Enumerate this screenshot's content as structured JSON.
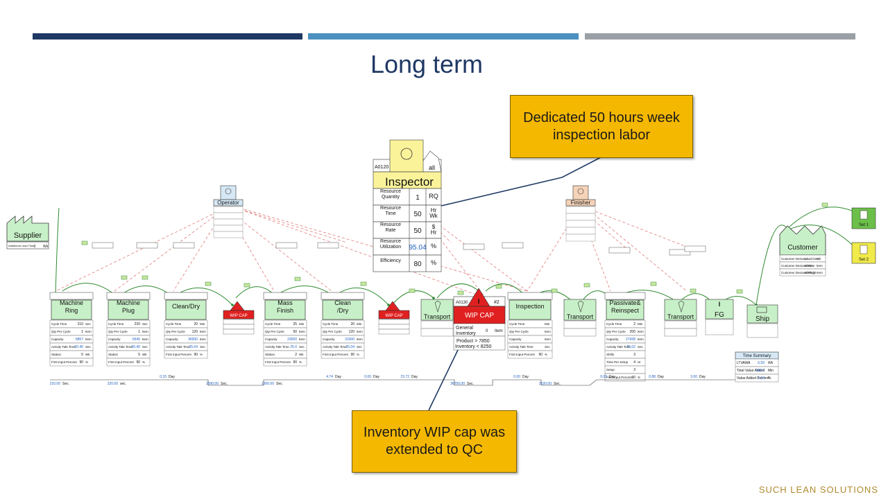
{
  "slide": {
    "title": "Long term",
    "accent_bars": [
      "#1f3864",
      "#4a90c0",
      "#9aa0a6"
    ],
    "callout_top": "Dedicated 50 hours week inspection labor",
    "callout_bottom": "Inventory WIP cap was extended to QC",
    "logo": "SUCH LEAN SOLUTIONS"
  },
  "vsm": {
    "supplier": {
      "label": "Supplier",
      "lead_label": "Additional Lead Time",
      "lead_value": "0",
      "lead_unit": "Wk"
    },
    "operator": {
      "label": "Operator"
    },
    "finisher": {
      "label": "Finisher"
    },
    "customer": {
      "label": "Customer",
      "rows": [
        [
          "Customer Demand",
          "Lead time",
          "Wk"
        ],
        [
          "Customer Demand Rate",
          "8000",
          "Item"
        ],
        [
          "Customer Demand Plug",
          "6000.00",
          "Item"
        ]
      ]
    },
    "inspector": {
      "code": "A0120",
      "tag": "all",
      "label": "Inspector",
      "rows": [
        {
          "label": "Resource Quantity",
          "value": "1",
          "unit": "RQ"
        },
        {
          "label": "Resource Time",
          "value": "50",
          "unit": "Hr Wk"
        },
        {
          "label": "Resource Rate",
          "value": "50",
          "unit": "$ Hr"
        },
        {
          "label": "Resource Utilization",
          "value": "95.04",
          "unit": "%"
        },
        {
          "label": "Efficiency",
          "value": "80",
          "unit": "%"
        }
      ]
    },
    "processes": [
      {
        "id": "p1",
        "name": "Machine Ring",
        "rows": [
          [
            "Cycle Time",
            "210",
            "Sec"
          ],
          [
            "Qty Per Cycle",
            "1",
            "Item"
          ],
          [
            "Capacity",
            "6857",
            "Item"
          ],
          [
            "Activity Takt Time",
            "50.40",
            "Sec"
          ],
          [
            "Station",
            "5",
            "Wk"
          ],
          [
            "First Input Percent",
            "90",
            "%"
          ]
        ]
      },
      {
        "id": "p2",
        "name": "Machine Plug",
        "rows": [
          [
            "Cycle Time",
            "220",
            "Sec"
          ],
          [
            "Qty Per Cycle",
            "1",
            "Item"
          ],
          [
            "Capacity",
            "6545",
            "Item"
          ],
          [
            "Activity Takt Time",
            "50.40",
            "Sec"
          ],
          [
            "Station",
            "5",
            "Wk"
          ],
          [
            "First Input Percent",
            "90",
            "%"
          ]
        ]
      },
      {
        "id": "p3",
        "name": "Clean/Dry",
        "rows": [
          [
            "Cycle Time",
            "20",
            "Min"
          ],
          [
            "Qty Per Cycle",
            "120",
            "Item"
          ],
          [
            "Capacity",
            "36000",
            "Item"
          ],
          [
            "Activity Takt Time",
            "25.04",
            "Sec"
          ],
          [
            "First Input Percent",
            "90",
            "%"
          ]
        ]
      },
      {
        "id": "p4",
        "name": "Mass Finish",
        "rows": [
          [
            "Cycle Time",
            "25",
            "Min"
          ],
          [
            "Qty Per Cycle",
            "50",
            "Item"
          ],
          [
            "Capacity",
            "23000",
            "Item"
          ],
          [
            "Activity Takt Time",
            "25.0",
            "Sec"
          ],
          [
            "Station",
            "2",
            "Wk"
          ],
          [
            "First Input Percent",
            "90",
            "%"
          ]
        ]
      },
      {
        "id": "p5",
        "name": "Clean /Dry",
        "rows": [
          [
            "Cycle Time",
            "20",
            "Min"
          ],
          [
            "Qty Per Cycle",
            "120",
            "Item"
          ],
          [
            "Capacity",
            "31000",
            "Item"
          ],
          [
            "Activity Takt Time",
            "25.04",
            "Sec"
          ],
          [
            "First Input Percent",
            "90",
            "%"
          ]
        ]
      },
      {
        "id": "p6",
        "name": "Inspection",
        "rows": [
          [
            "Cycle Time",
            "",
            "Min"
          ],
          [
            "Qty Per Cycle",
            "",
            "Item"
          ],
          [
            "Capacity",
            "",
            "Item"
          ],
          [
            "Activity Takt Time",
            "",
            "Sec"
          ],
          [
            "First Input Percent",
            "90",
            "%"
          ]
        ]
      },
      {
        "id": "p7",
        "name": "Passivate& Reinspect",
        "rows": [
          [
            "Cycle Time",
            "2",
            "Min"
          ],
          [
            "Qty Per Cycle",
            "200",
            "Item"
          ],
          [
            "Capacity",
            "27438",
            "Item"
          ],
          [
            "Activity Takt Time",
            "25.02",
            "Sec"
          ],
          [
            "Shifts",
            "3",
            ""
          ],
          [
            "Time Per Setup",
            "4",
            "Hr"
          ],
          [
            "Setup",
            "3",
            ""
          ],
          [
            "First Input Percent",
            "90",
            "%"
          ]
        ]
      }
    ],
    "wip_small": [
      {
        "label": "WIP CAP"
      },
      {
        "label": "WIP CAP"
      }
    ],
    "wip_big": {
      "code": "A0130",
      "num": "#2",
      "label": "WIP CAP",
      "gen_label": "General Inventory",
      "gen_value": "0",
      "gen_unit": "Item",
      "line1": "Product > 7850",
      "line2": "Inventory < 8250"
    },
    "transports": [
      "Transport",
      "Transport",
      "Transport"
    ],
    "fg": {
      "label": "FG"
    },
    "ship": {
      "label": "Ship"
    },
    "signals": [
      {
        "label": "Set 1"
      },
      {
        "label": "Set 2"
      }
    ],
    "time_summary": {
      "title": "Time Summary",
      "rows": [
        [
          "LTVAWA",
          "6.59",
          "Wk"
        ],
        [
          "Total Value Added",
          "360.7",
          "Min"
        ],
        [
          "Value Added Percent",
          "1.10",
          "%"
        ]
      ]
    },
    "timeline": [
      {
        "value": "210.00",
        "unit": "Sec."
      },
      {
        "value": "220.00",
        "unit": "sec."
      },
      {
        "value": "0.33",
        "unit": "Day"
      },
      {
        "value": "1500.00",
        "unit": "Sec."
      },
      {
        "value": "1200.00",
        "unit": "Sec."
      },
      {
        "value": "4.74",
        "unit": "Day"
      },
      {
        "value": "0.00",
        "unit": "Day"
      },
      {
        "value": "23.72",
        "unit": "Day"
      },
      {
        "value": "36750.00",
        "unit": "Sec."
      },
      {
        "value": "0.00",
        "unit": "Day"
      },
      {
        "value": "2520.00",
        "unit": "Sec."
      },
      {
        "value": "0.00",
        "unit": "Day"
      },
      {
        "value": "0.88",
        "unit": "Day"
      },
      {
        "value": "3.00",
        "unit": "Day"
      }
    ]
  }
}
